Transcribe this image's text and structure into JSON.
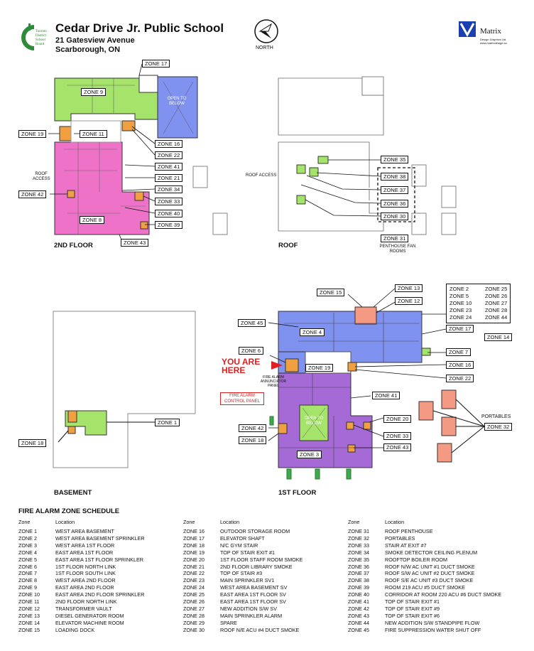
{
  "header": {
    "school_name": "Cedar Drive Jr. Public School",
    "address_line1": "21 Gatesview Avenue",
    "address_line2": "Scarborough, ON",
    "board_logo_text": [
      "Toronto",
      "District",
      "School",
      "Board"
    ],
    "north_label": "NORTH",
    "matrix_name": "Matrix",
    "matrix_sub": "Design Graphics Ltd.",
    "matrix_url": "www.matrixdesign.ca"
  },
  "floors": {
    "second": "2ND FLOOR",
    "roof": "ROOF",
    "basement": "BASEMENT",
    "first": "1ST FLOOR"
  },
  "annotations": {
    "open_to_below": "OPEN TO BELOW",
    "roof_access_2nd": "ROOF ACCESS",
    "roof_access_roof": "ROOF ACCESS",
    "penthouse": "PENTHOUSE FAN ROOMS",
    "you_are_here": "YOU ARE HERE",
    "annunciator": "FIRE ALARM ANNUNCIATOR PANEL",
    "control_panel": "FIRE ALARM CONTROL PANEL",
    "portables": "PORTABLES"
  },
  "zone_labels": {
    "z17": "ZONE 17",
    "z9": "ZONE 9",
    "z19a": "ZONE 19",
    "z11": "ZONE 11",
    "z16a": "ZONE 16",
    "z22a": "ZONE 22",
    "z41a": "ZONE 41",
    "z21": "ZONE 21",
    "z34": "ZONE 34",
    "z42a": "ZONE 42",
    "z33a": "ZONE 33",
    "z40": "ZONE 40",
    "z8": "ZONE 8",
    "z39": "ZONE 39",
    "z43a": "ZONE 43",
    "z35": "ZONE 35",
    "z38": "ZONE 38",
    "z37": "ZONE 37",
    "z36": "ZONE 36",
    "z30": "ZONE 30",
    "z31": "ZONE 31",
    "z1": "ZONE 1",
    "z18a": "ZONE 18",
    "z15": "ZONE 15",
    "z13": "ZONE 13",
    "z12": "ZONE 12",
    "z45": "ZONE 45",
    "z4": "ZONE 4",
    "z17b": "ZONE 17",
    "z14": "ZONE 14",
    "z6": "ZONE 6",
    "z7": "ZONE 7",
    "z19b": "ZONE 19",
    "z16b": "ZONE 16",
    "z22b": "ZONE 22",
    "z41b": "ZONE 41",
    "z20": "ZONE 20",
    "z42b": "ZONE 42",
    "z18b": "ZONE 18",
    "z33b": "ZONE 33",
    "z43b": "ZONE 43",
    "z3": "ZONE 3",
    "z32": "ZONE 32"
  },
  "legend_box": [
    [
      "ZONE 2",
      "ZONE 25"
    ],
    [
      "ZONE 5",
      "ZONE 26"
    ],
    [
      "ZONE 10",
      "ZONE 27"
    ],
    [
      "ZONE 23",
      "ZONE 28"
    ],
    [
      "ZONE 24",
      "ZONE 44"
    ]
  ],
  "schedule": {
    "title": "FIRE ALARM ZONE SCHEDULE",
    "header_zone": "Zone",
    "header_location": "Location",
    "col1": [
      [
        "ZONE 1",
        "WEST AREA BASEMENT"
      ],
      [
        "ZONE 2",
        "WEST AREA BASEMENT SPRINKLER"
      ],
      [
        "ZONE 3",
        "WEST AREA 1ST FLOOR"
      ],
      [
        "ZONE 4",
        "EAST AREA 1ST FLOOR"
      ],
      [
        "ZONE 5",
        "EAST AREA 1ST FLOOR SPRINKLER"
      ],
      [
        "ZONE 6",
        "1ST FLOOR NORTH LINK"
      ],
      [
        "ZONE 7",
        "1ST FLOOR SOUTH LINK"
      ],
      [
        "ZONE 8",
        "WEST AREA 2ND FLOOR"
      ],
      [
        "ZONE 9",
        "EAST AREA 2ND FLOOR"
      ],
      [
        "ZONE 10",
        "EAST AREA 2ND FLOOR SPRINKLER"
      ],
      [
        "ZONE 11",
        "2ND FLOOR NORTH LINK"
      ],
      [
        "ZONE 12",
        "TRANSFORMER VAULT"
      ],
      [
        "ZONE 13",
        "DIESEL GENERATOR ROOM"
      ],
      [
        "ZONE 14",
        "ELEVATOR MACHINE ROOM"
      ],
      [
        "ZONE 15",
        "LOADING DOCK"
      ]
    ],
    "col2": [
      [
        "ZONE 16",
        "OUTDOOR STORAGE ROOM"
      ],
      [
        "ZONE 17",
        "ELEVATOR SHAFT"
      ],
      [
        "ZONE 18",
        "N/C GYM STAIR"
      ],
      [
        "ZONE 19",
        "TOP OF STAIR EXIT #1"
      ],
      [
        "ZONE 20",
        "1ST FLOOR STAFF ROOM SMOKE"
      ],
      [
        "ZONE 21",
        "2ND FLOOR LIBRARY SMOKE"
      ],
      [
        "ZONE 22",
        "TOP OF STAIR #3"
      ],
      [
        "ZONE 23",
        "MAIN SPRINKLER SV1"
      ],
      [
        "ZONE 24",
        "WEST AREA BASEMENT SV"
      ],
      [
        "ZONE 25",
        "EAST AREA 1ST FLOOR SV"
      ],
      [
        "ZONE 26",
        "EAST AREA 1ST FLOOR SV"
      ],
      [
        "ZONE 27",
        "NEW ADDITION S/W SV"
      ],
      [
        "ZONE 28",
        "MAIN SPRINKLER ALARM"
      ],
      [
        "ZONE 29",
        "SPARE"
      ],
      [
        "ZONE 30",
        "ROOF N/E ACU #4 DUCT SMOKE"
      ]
    ],
    "col3": [
      [
        "ZONE 31",
        "ROOF PENTHOUSE"
      ],
      [
        "ZONE 32",
        "PORTABLES"
      ],
      [
        "ZONE 33",
        "STAIR AT EXIT #7"
      ],
      [
        "ZONE 34",
        "SMOKE DETECTOR CEILING PLENUM"
      ],
      [
        "ZONE 35",
        "ROOFTOP BOILER ROOM"
      ],
      [
        "ZONE 36",
        "ROOF N/W AC UNIT #1 DUCT SMOKE"
      ],
      [
        "ZONE 37",
        "ROOF S/W AC UNIT #2 DUCT SMOKE"
      ],
      [
        "ZONE 38",
        "ROOF S/E AC UNIT #3 DUCT SMOKE"
      ],
      [
        "ZONE 39",
        "ROOM 219 ACU #5 DUCT SMOKE"
      ],
      [
        "ZONE 40",
        "CORRIDOR AT ROOM 220 ACU #6 DUCT SMOKE"
      ],
      [
        "ZONE 41",
        "TOP OF STAIR EXIT #1"
      ],
      [
        "ZONE 42",
        "TOP OF STAIR EXIT #9"
      ],
      [
        "ZONE 43",
        "TOP OF STAIR EXIT #6"
      ],
      [
        "ZONE 44",
        "NEW ADDITION S/W STANDPIPE FLOW"
      ],
      [
        "ZONE 45",
        "FIRE SUPPRESSION WATER SHUT OFF"
      ]
    ]
  },
  "colors": {
    "green": "#a6e36b",
    "pink": "#ee73c8",
    "blue": "#7f92f0",
    "purple": "#a56ad6",
    "orange": "#f0a040",
    "salmon": "#f59a82",
    "red": "#e02020",
    "brand_green": "#2e8b3a",
    "brand_blue": "#1a3fb0"
  }
}
